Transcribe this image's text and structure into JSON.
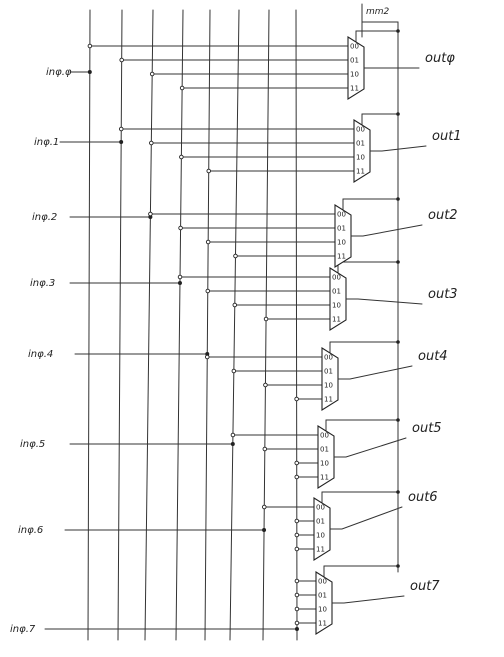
{
  "control_label": "mm2",
  "inputs": [
    "inφ.φ",
    "inφ.1",
    "inφ.2",
    "inφ.3",
    "inφ.4",
    "inφ.5",
    "inφ.6",
    "inφ.7"
  ],
  "outputs": [
    "outφ",
    "out1",
    "out2",
    "out3",
    "out4",
    "out5",
    "out6",
    "out7"
  ],
  "select_codes": [
    "00",
    "01",
    "10",
    "11"
  ]
}
